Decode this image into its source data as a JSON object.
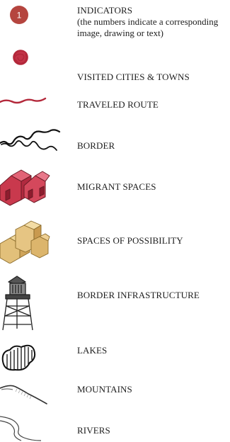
{
  "legend": {
    "items": [
      {
        "label": "INDICATORS",
        "detail": "(the numbers indicate a corresponding image, drawing or text)",
        "badge": "1",
        "icon": "indicator-circle-icon",
        "color": "#b5453f"
      },
      {
        "label": "VISITED CITIES & TOWNS",
        "icon": "scribbled-dot-icon",
        "color": "#b3283a"
      },
      {
        "label": "TRAVELED ROUTE",
        "icon": "wavy-route-line-icon",
        "color": "#b3283a"
      },
      {
        "label": "BORDER",
        "icon": "border-line-icon",
        "color": "#111111"
      },
      {
        "label": "MIGRANT SPACES",
        "icon": "red-buildings-icon",
        "color": "#c9394d"
      },
      {
        "label": "SPACES OF POSSIBILITY",
        "icon": "tan-boxes-icon",
        "color": "#ddb56e"
      },
      {
        "label": "BORDER INFRASTRUCTURE",
        "icon": "watchtower-icon",
        "color": "#222222"
      },
      {
        "label": "LAKES",
        "icon": "lake-hatched-icon",
        "color": "#111111"
      },
      {
        "label": "MOUNTAINS",
        "icon": "mountain-ridge-icon",
        "color": "#333333"
      },
      {
        "label": "RIVERS",
        "icon": "river-lines-icon",
        "color": "#444444"
      }
    ]
  }
}
